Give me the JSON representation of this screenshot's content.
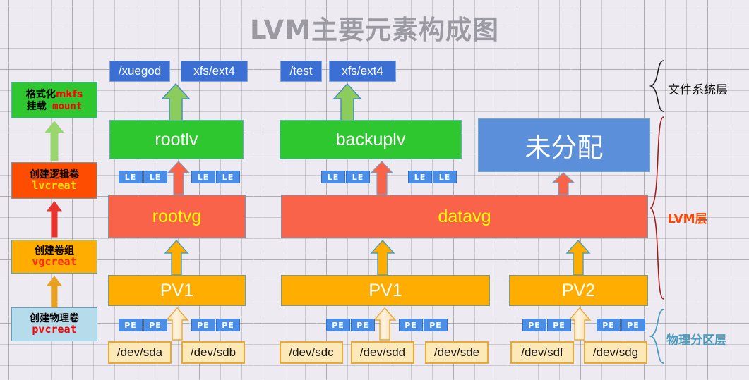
{
  "title": "LVM主要元素构成图",
  "commands": [
    {
      "id": "mkfs",
      "line1_cn": "格式化",
      "line1_cmd": "mkfs",
      "line2_cn": "挂载",
      "line2_cmd": "mount"
    },
    {
      "id": "lvcreat",
      "line1": "创建逻辑卷",
      "line2": "lvcreat"
    },
    {
      "id": "vgcreat",
      "line1": "创建卷组",
      "line2": "vgcreat"
    },
    {
      "id": "pvcreat",
      "line1": "创建物理卷",
      "line2": "pvcreat"
    }
  ],
  "filesystem": {
    "mounts": [
      {
        "path": "/xuegod",
        "fstype": "xfs/ext4"
      },
      {
        "path": "/test",
        "fstype": "xfs/ext4"
      }
    ]
  },
  "logical_volumes": [
    {
      "name": "rootlv"
    },
    {
      "name": "backuplv"
    },
    {
      "name": "未分配"
    }
  ],
  "volume_groups": [
    {
      "name": "rootvg"
    },
    {
      "name": "datavg"
    }
  ],
  "physical_volumes": [
    {
      "name": "PV1"
    },
    {
      "name": "PV1"
    },
    {
      "name": "PV2"
    }
  ],
  "devices": [
    "/dev/sda",
    "/dev/sdb",
    "/dev/sdc",
    "/dev/sdd",
    "/dev/sde",
    "/dev/sdf",
    "/dev/sdg"
  ],
  "le_label": "LE",
  "pe_label": "PE",
  "layers": [
    {
      "id": "fs",
      "label": "文件系统层",
      "color": "#111111"
    },
    {
      "id": "lvm",
      "label": "LVM层",
      "color": "#ff4500"
    },
    {
      "id": "phys",
      "label": "物理分区层",
      "color": "#4b9cc0"
    }
  ],
  "colors": {
    "background": "#edebf1",
    "title": "#9b9aa3",
    "filesystem_box": "#3b6fd4",
    "lv_box": "#2fc72f",
    "unallocated_box": "#5b8fd9",
    "vg_box": "#f9634a",
    "vg_text": "#ffff00",
    "pv_box": "#ffae00",
    "device_box": "#fde9b8",
    "device_border": "#eda830",
    "unit_box": "#4a8ee8",
    "green_arrow": "#8ccc5c",
    "red_arrow": "#f9634a",
    "amber_arrow": "#ffae00",
    "pale_arrow": "#fde9b8"
  }
}
